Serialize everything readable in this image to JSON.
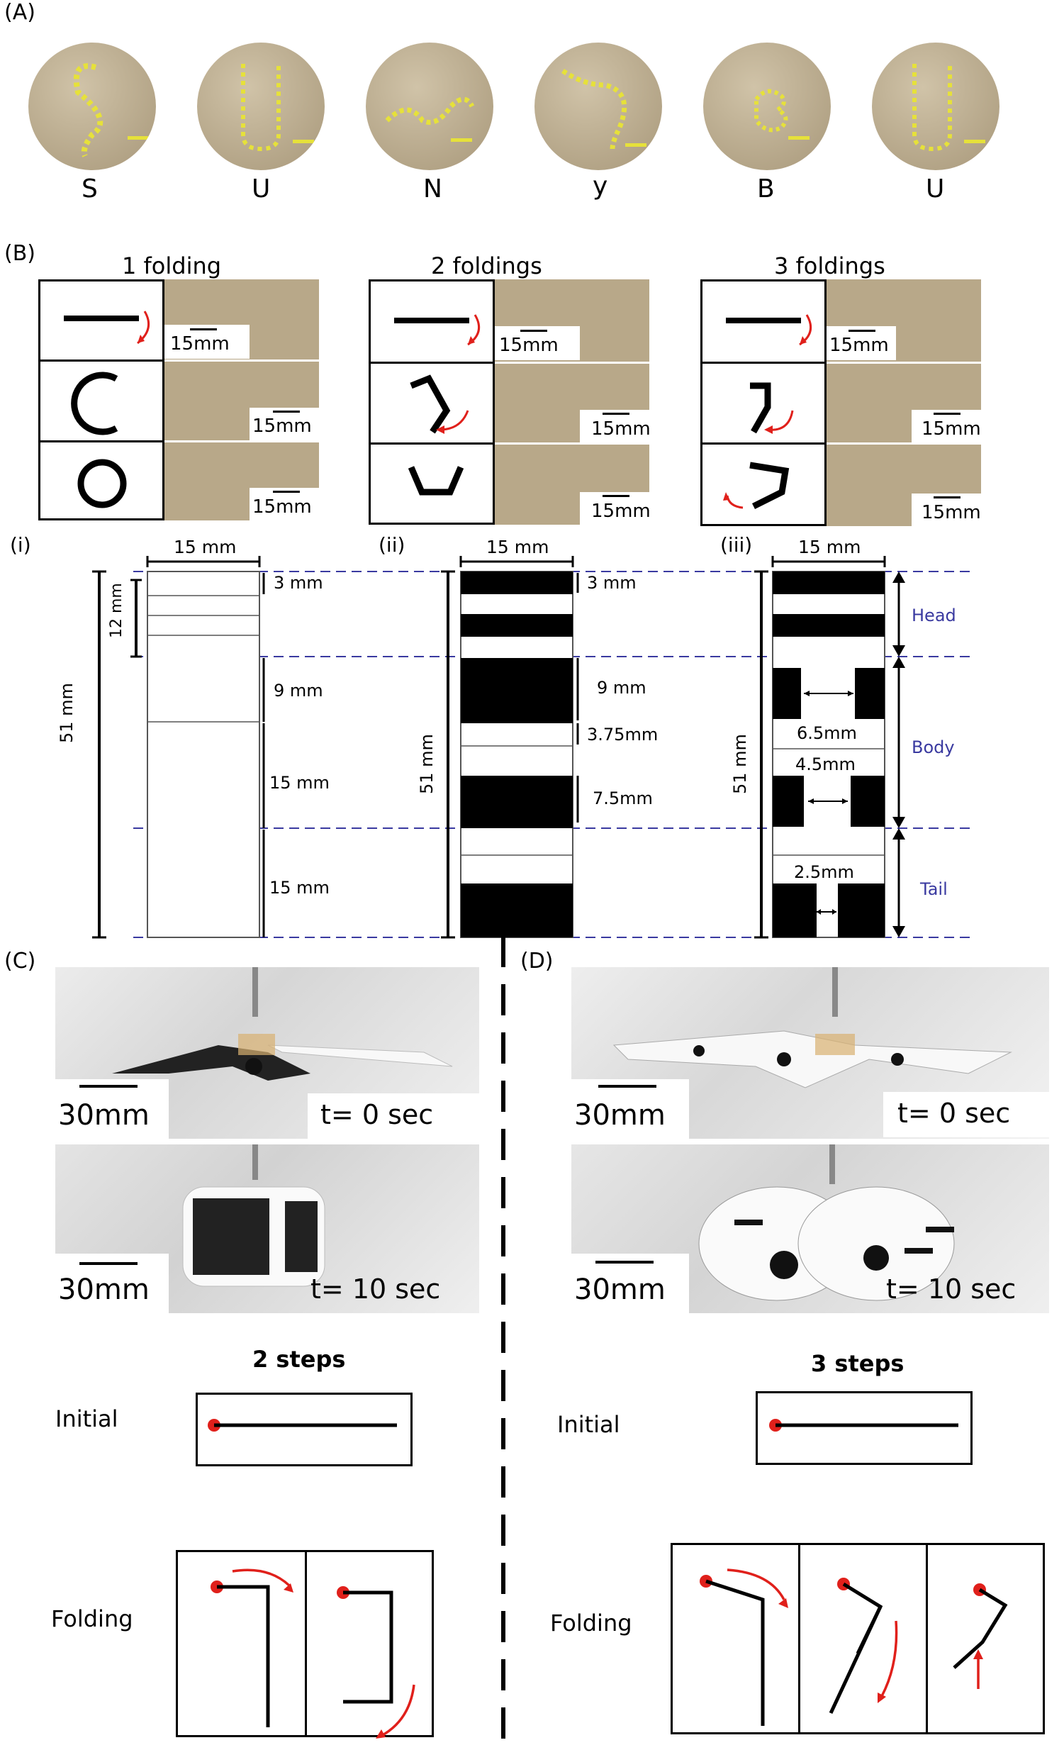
{
  "panel_labels": {
    "a": "(A)",
    "b": "(B)",
    "c": "(C)",
    "d": "(D)"
  },
  "panel_a": {
    "letters": [
      "S",
      "U",
      "N",
      "y",
      "B",
      "U"
    ]
  },
  "panel_b": {
    "groups": [
      {
        "title": "1 folding",
        "scales": [
          "15mm",
          "15mm",
          "15mm"
        ]
      },
      {
        "title": "2 foldings",
        "scales": [
          "15mm",
          "15mm",
          "15mm"
        ]
      },
      {
        "title": "3 foldings",
        "scales": [
          "15mm",
          "15mm",
          "15mm"
        ]
      }
    ],
    "designs": [
      {
        "roman": "(i)",
        "width": "15 mm",
        "height": "51 mm",
        "head_height": "12 mm",
        "dims": [
          "3 mm",
          "9 mm",
          "15 mm",
          "15 mm"
        ]
      },
      {
        "roman": "(ii)",
        "width": "15 mm",
        "height": "51 mm",
        "dims": [
          "3 mm",
          "9 mm",
          "3.75mm",
          "7.5mm"
        ]
      },
      {
        "roman": "(iii)",
        "width": "15 mm",
        "height": "51 mm",
        "dims": [
          "6.5mm",
          "4.5mm",
          "2.5mm"
        ]
      }
    ],
    "regions": [
      "Head",
      "Body",
      "Tail"
    ],
    "region_color": "#3a3aa0"
  },
  "panel_c": {
    "scale": "30mm",
    "times": [
      "t= 0 sec",
      "t= 10 sec"
    ],
    "steps_title": "2 steps",
    "initial_label": "Initial",
    "folding_label": "Folding"
  },
  "panel_d": {
    "scale": "30mm",
    "times": [
      "t= 0 sec",
      "t= 10 sec"
    ],
    "steps_title": "3 steps",
    "initial_label": "Initial",
    "folding_label": "Folding"
  },
  "colors": {
    "arrow": "#e0201b",
    "guide": "#3a3aa0"
  }
}
